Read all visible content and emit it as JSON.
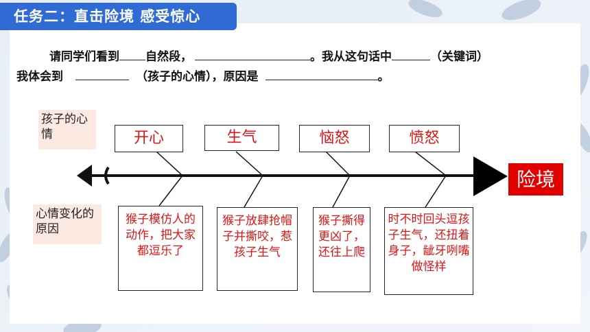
{
  "task_title": "任务二：直击险境  感受惊心",
  "paragraph": {
    "line1_a": "请同学们看到",
    "line1_b": "自然段，",
    "line1_c": "。我从这句话中",
    "line1_d": "（关键词）",
    "line2_a": "我体会到",
    "line2_b": "（孩子的心情），原因是",
    "line2_c": "。"
  },
  "labels": {
    "child_mood": "孩子的心情",
    "mood_reason": "心情变化的原因"
  },
  "moods": [
    "开心",
    "生气",
    "恼怒",
    "愤怒"
  ],
  "reasons": [
    "猴子模仿人的动作，把大家都逗乐了",
    "猴子放肆抢帽子并撕咬，惹孩子生气",
    "猴子撕得更凶了，还往上爬",
    "时不时回头逗孩子生气，还扭着身子，龇牙咧嘴做怪样"
  ],
  "result": "险境",
  "colors": {
    "badge": "#2f6bd3",
    "mood_text": "#e01515",
    "result_bg": "#e00000",
    "label_bg": "#fbe9e2"
  }
}
